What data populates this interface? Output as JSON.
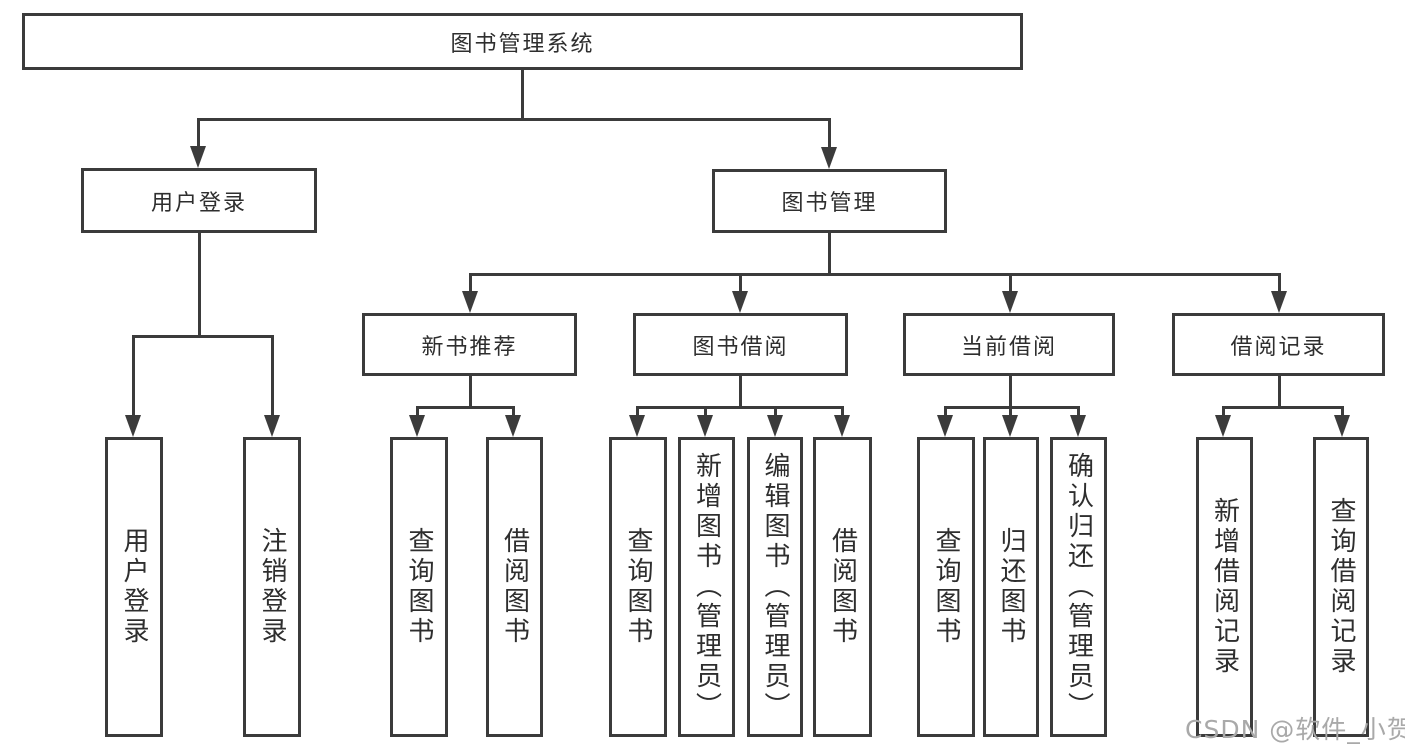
{
  "diagram": {
    "type": "hierarchy-tree",
    "watermark": "CSDN @软件_小贺同学",
    "colors": {
      "line": "#3b3b3b",
      "text": "#2e2e2e",
      "box_background": "#ffffff",
      "watermark": "#a9a9a9"
    },
    "tree": {
      "label": "图书管理系统",
      "children": [
        {
          "label": "用户登录",
          "children": [
            {
              "label": "用户登录"
            },
            {
              "label": "注销登录"
            }
          ]
        },
        {
          "label": "图书管理",
          "children": [
            {
              "label": "新书推荐",
              "children": [
                {
                  "label": "查询图书"
                },
                {
                  "label": "借阅图书"
                }
              ]
            },
            {
              "label": "图书借阅",
              "children": [
                {
                  "label": "查询图书"
                },
                {
                  "label": "新增图书（管理员）"
                },
                {
                  "label": "编辑图书（管理员）"
                },
                {
                  "label": "借阅图书"
                }
              ]
            },
            {
              "label": "当前借阅",
              "children": [
                {
                  "label": "查询图书"
                },
                {
                  "label": "归还图书"
                },
                {
                  "label": "确认归还（管理员）"
                }
              ]
            },
            {
              "label": "借阅记录",
              "children": [
                {
                  "label": "新增借阅记录"
                },
                {
                  "label": "查询借阅记录"
                }
              ]
            }
          ]
        }
      ]
    }
  }
}
